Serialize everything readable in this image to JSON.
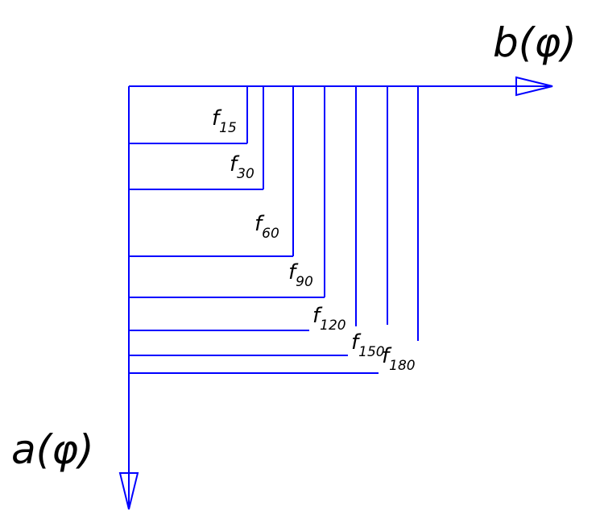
{
  "axes": {
    "horizontal_label": "b(φ)",
    "vertical_label": "a(φ)"
  },
  "line_color": "#0000ff",
  "text_color": "#000000",
  "curves": [
    {
      "id": "f15",
      "main": "f",
      "sub": "15"
    },
    {
      "id": "f30",
      "main": "f",
      "sub": "30"
    },
    {
      "id": "f60",
      "main": "f",
      "sub": "60"
    },
    {
      "id": "f90",
      "main": "f",
      "sub": "90"
    },
    {
      "id": "f120",
      "main": "f",
      "sub": "120"
    },
    {
      "id": "f150",
      "main": "f",
      "sub": "150"
    },
    {
      "id": "f180",
      "main": "f",
      "sub": "180"
    }
  ]
}
